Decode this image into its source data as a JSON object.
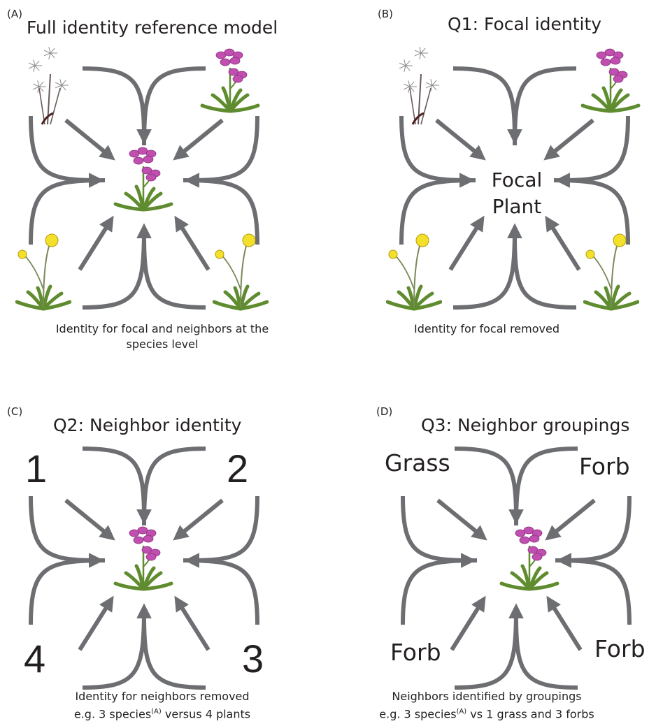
{
  "panels": {
    "a": {
      "label": "(A)",
      "title": "Full identity reference model",
      "caption_line1": "Identity for focal and neighbors at the",
      "caption_line2": "species level"
    },
    "b": {
      "label": "(B)",
      "title": "Q1: Focal identity",
      "focal_line1": "Focal",
      "focal_line2": "Plant",
      "caption_line1": "Identity for focal removed"
    },
    "c": {
      "label": "(C)",
      "title": "Q2: Neighbor identity",
      "n1": "1",
      "n2": "2",
      "n3": "3",
      "n4": "4",
      "caption_line1": "Identity for neighbors removed",
      "caption_line2_pre": "e.g. 3 species",
      "caption_line2_sup": "(A)",
      "caption_line2_post": " versus 4 plants"
    },
    "d": {
      "label": "(D)",
      "title": "Q3: Neighbor groupings",
      "g_tl": "Grass",
      "g_tr": "Forb",
      "g_bl": "Forb",
      "g_br": "Forb",
      "caption_line1": "Neighbors identified by groupings",
      "caption_line2_pre": "e.g. 3 species",
      "caption_line2_sup": "(A)",
      "caption_line2_post": " vs 1 grass and 3 forbs"
    }
  },
  "colors": {
    "arrow": "#6d6e71",
    "flower_pink": "#c04fb0",
    "flower_yellow": "#f2e02a",
    "leaf_green": "#5f8c2f"
  }
}
